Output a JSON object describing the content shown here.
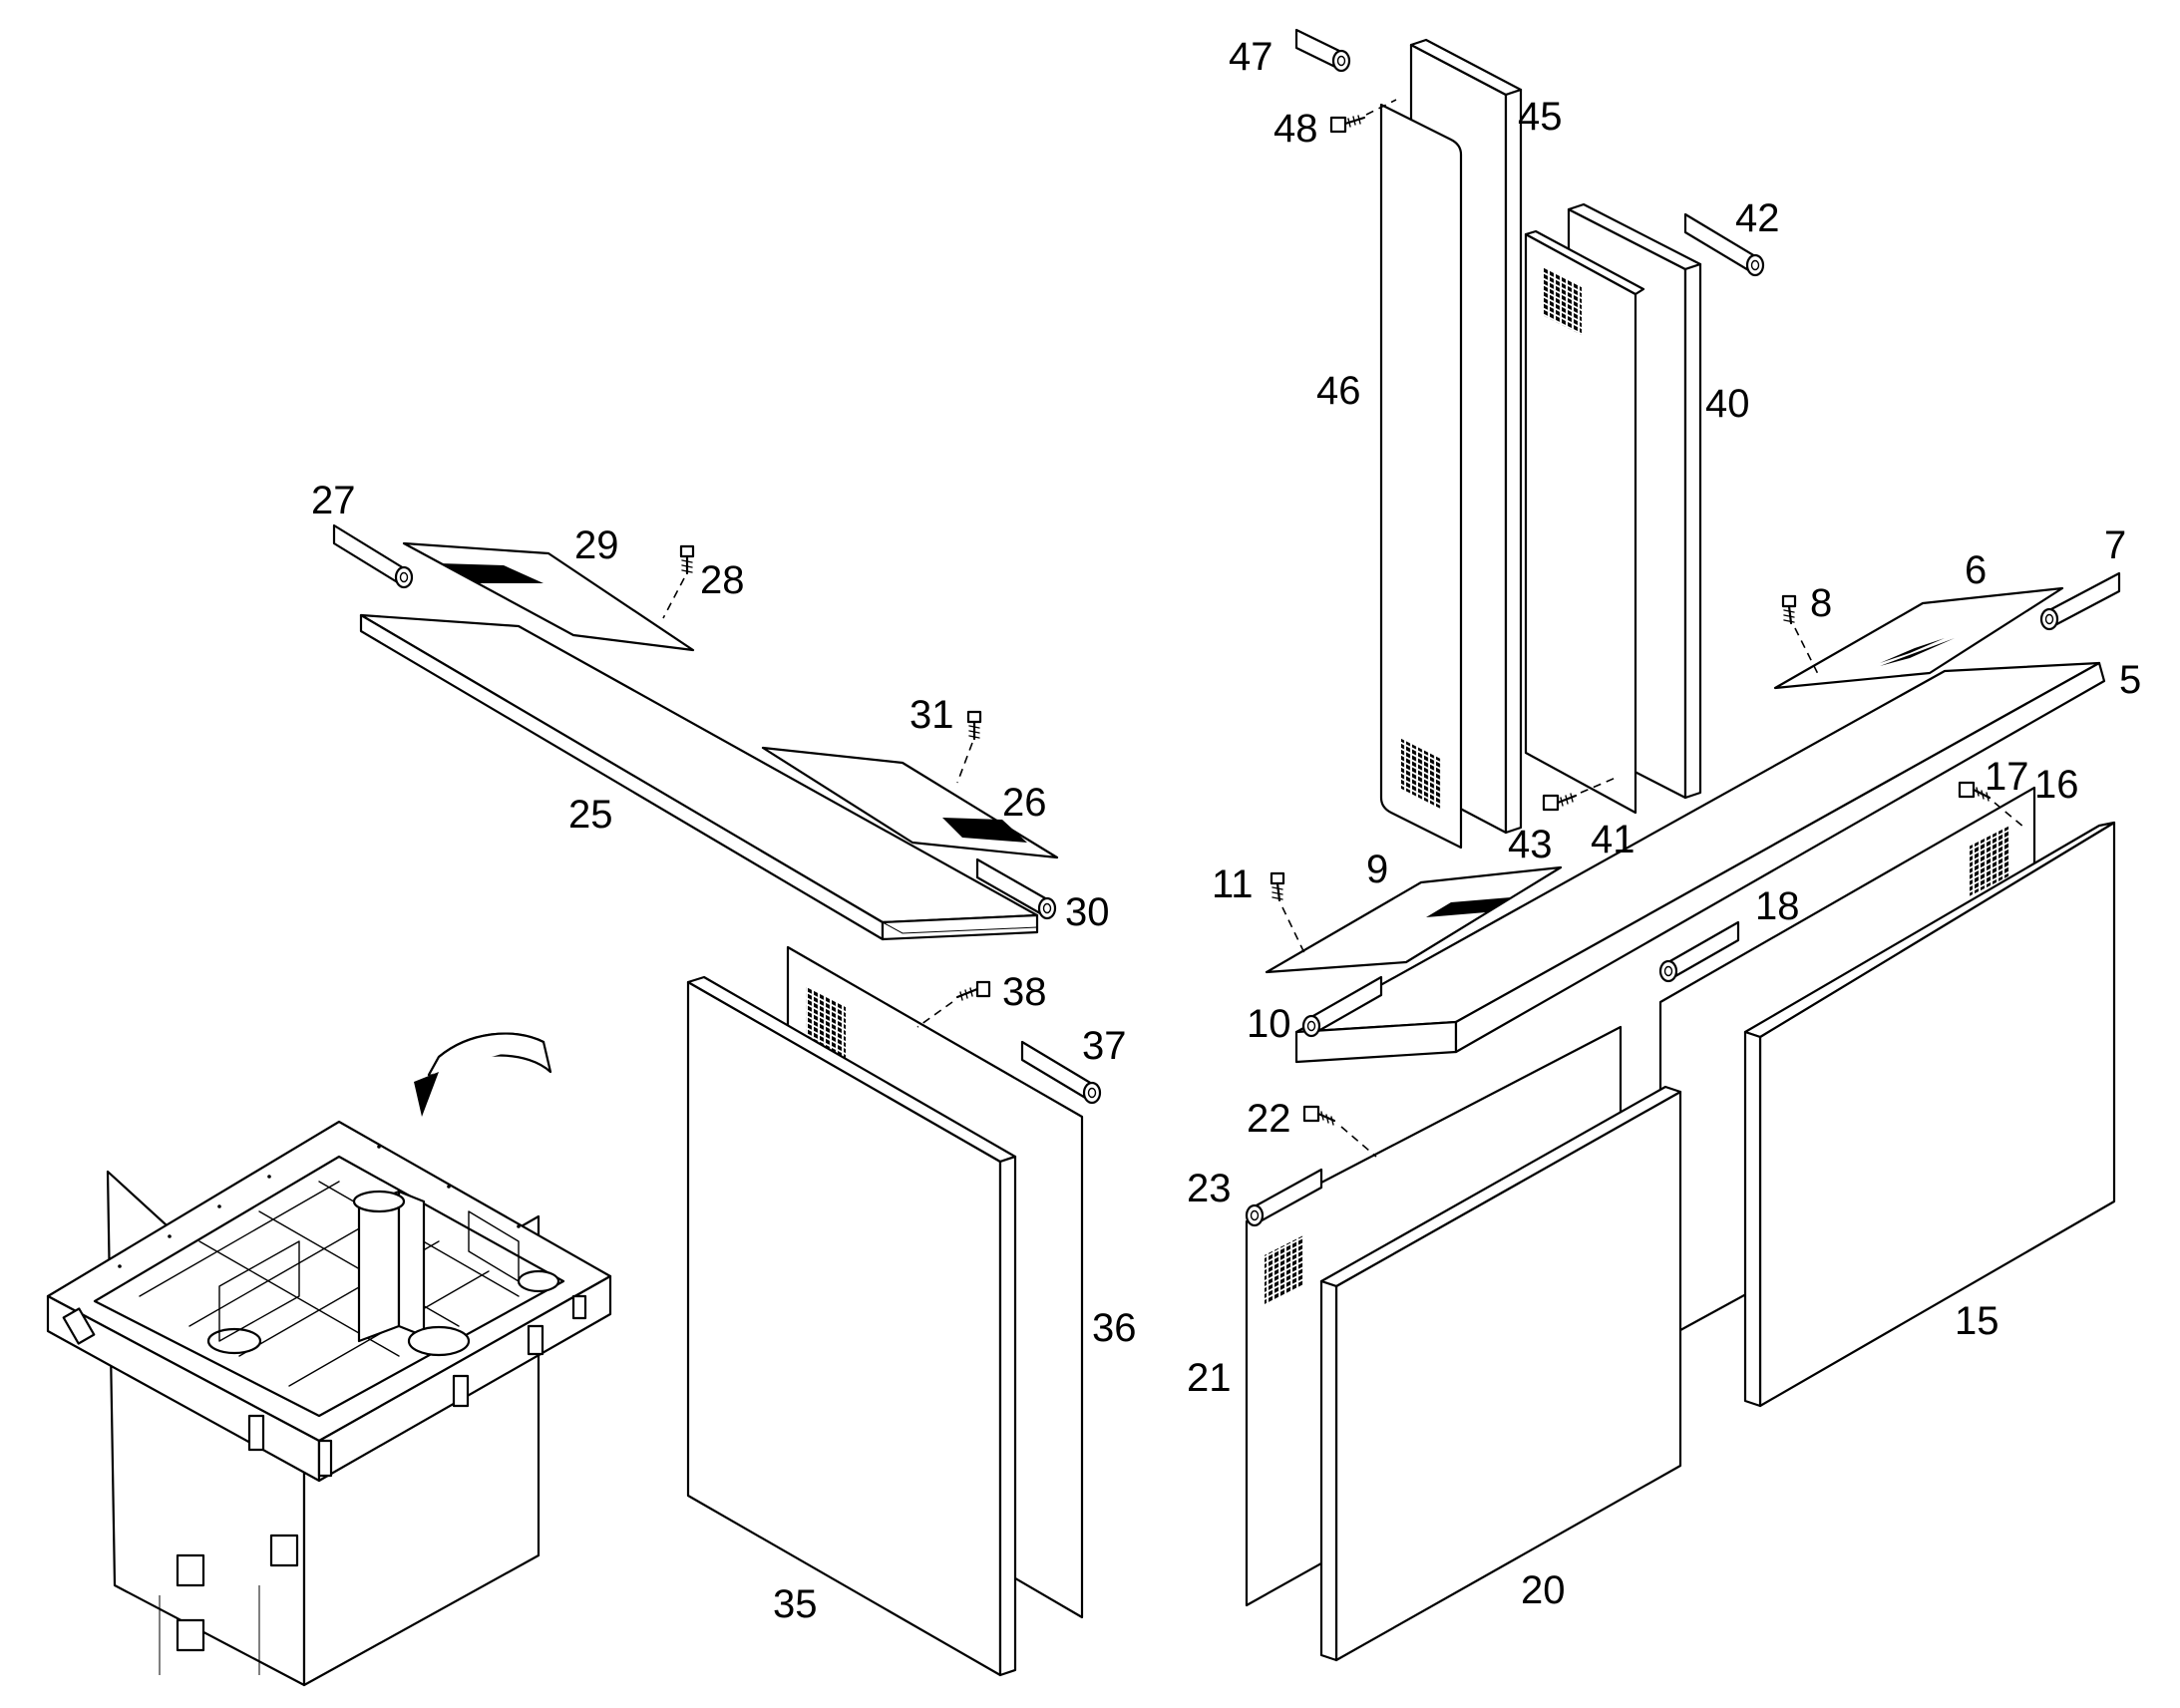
{
  "labels": {
    "p5": "5",
    "p6": "6",
    "p7": "7",
    "p8": "8",
    "p9": "9",
    "p10": "10",
    "p11": "11",
    "p15": "15",
    "p16": "16",
    "p17": "17",
    "p18": "18",
    "p20": "20",
    "p21": "21",
    "p22": "22",
    "p23": "23",
    "p25": "25",
    "p26": "26",
    "p27": "27",
    "p28": "28",
    "p29": "29",
    "p30": "30",
    "p31": "31",
    "p35": "35",
    "p36": "36",
    "p37": "37",
    "p38": "38",
    "p40": "40",
    "p41": "41",
    "p42": "42",
    "p43": "43",
    "p45": "45",
    "p46": "46",
    "p47": "47",
    "p48": "48"
  },
  "colors": {
    "line": "#000000",
    "background": "#ffffff"
  }
}
